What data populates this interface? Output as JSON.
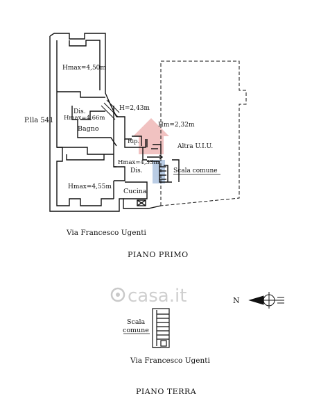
{
  "upper_floor": {
    "title": "PIANO  PRIMO",
    "street": "Via Francesco Ugenti",
    "parcel": "P.lla 541",
    "rooms": {
      "hmax_top": "Hmax=4,50m",
      "dis_upper": "Dis.",
      "hmax_dis": "Hmax=4,66m",
      "h_243": "H=2,43m",
      "bagno": "Bagno",
      "hm_232": "Hm=2,32m",
      "rip": "Rip.",
      "altra_uiu": "Altra U.I.U.",
      "hmax_433": "Hmax=4,33m",
      "dis_lower": "Dis.",
      "scala_comune": "Scala comune",
      "hmax_455": "Hmax=4,55m",
      "cucina": "Cucina"
    }
  },
  "ground_floor": {
    "title": "PIANO  TERRA",
    "street": "Via Francesco Ugenti",
    "stair_line1": "Scala",
    "stair_line2": "comune"
  },
  "north": {
    "letter": "N"
  },
  "watermark": {
    "text": "casa.it"
  },
  "colors": {
    "ink": "#111111",
    "watermark": "#c9c9c9",
    "logo_red": "#d9534f",
    "logo_blue": "#3a6fb5"
  }
}
